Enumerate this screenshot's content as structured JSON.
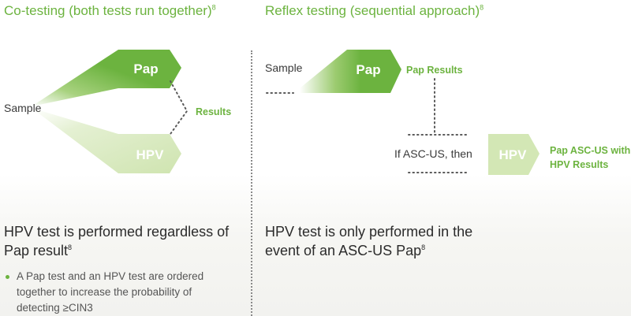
{
  "left": {
    "heading": "Co-testing (both tests run together)",
    "heading_ref": "8",
    "sample_label": "Sample",
    "pap_label": "Pap",
    "hpv_label": "HPV",
    "results_label": "Results",
    "statement": "HPV test is performed regardless of Pap result",
    "statement_ref": "8",
    "bullet": "A Pap test and an HPV test are ordered together to increase the probability of detecting ≥CIN3"
  },
  "right": {
    "heading": "Reflex testing (sequential approach)",
    "heading_ref": "8",
    "sample_label": "Sample",
    "pap_label": "Pap",
    "pap_results_label": "Pap Results",
    "condition_label": "If ASC-US, then",
    "hpv_label": "HPV",
    "final_label_line1": "Pap ASC-US with",
    "final_label_line2": "HPV Results",
    "statement": "HPV test is only performed in the event of an ASC-US Pap",
    "statement_ref": "8"
  },
  "colors": {
    "accent_green": "#6cb33f",
    "light_green": "#d3e7b5",
    "dotted_gray": "#8a8a8a"
  }
}
